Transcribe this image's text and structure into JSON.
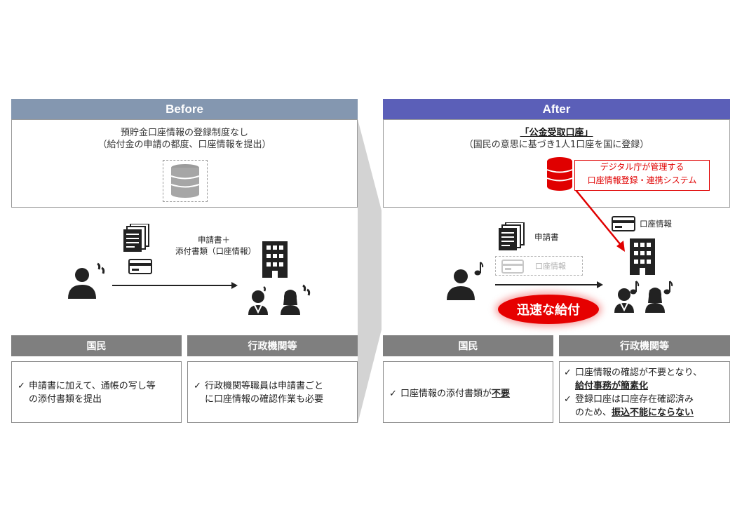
{
  "before": {
    "header": "Before",
    "top_line1": "預貯金口座情報の登録制度なし",
    "top_line2": "（給付金の申請の都度、口座情報を提出）",
    "arrow_label_line1": "申請書＋",
    "arrow_label_line2": "添付書類（口座情報）",
    "col1_label": "国民",
    "col2_label": "行政機関等",
    "col1_bullet_line1": "申請書に加えて、通帳の写し等",
    "col1_bullet_line2": "の添付書類を提出",
    "col2_bullet_line1": "行政機関等職員は申請書ごと",
    "col2_bullet_line2": "に口座情報の確認作業も必要"
  },
  "after": {
    "header": "After",
    "title": "「公金受取口座」",
    "subtitle": "（国民の意思に基づき1人1口座を国に登録）",
    "system_line1": "デジタル庁が管理する",
    "system_line2": "口座情報登録・連携システム",
    "account_info_label": "口座情報",
    "application_label": "申請書",
    "faded_account_label": "口座情報",
    "fast_payment": "迅速な給付",
    "col1_label": "国民",
    "col2_label": "行政機関等",
    "col1_bullet_plain": "口座情報の添付書類が",
    "col1_bullet_bold": "不要",
    "col2_bullet1_line1": "口座情報の確認が不要となり、",
    "col2_bullet1_bold": "給付事務が簡素化",
    "col2_bullet2_line1": "登録口座は口座存在確認済み",
    "col2_bullet2_plain": "のため、",
    "col2_bullet2_bold": "振込不能にならない"
  },
  "colors": {
    "before_header": "#8497b0",
    "after_header": "#5b5fb8",
    "label_bar": "#7f7f7f",
    "accent_red": "#e00000"
  },
  "icons": [
    "document-stack-icon",
    "card-icon",
    "database-icon",
    "building-icon",
    "person-icon",
    "staff-icon",
    "music-note-icon",
    "check-icon"
  ]
}
